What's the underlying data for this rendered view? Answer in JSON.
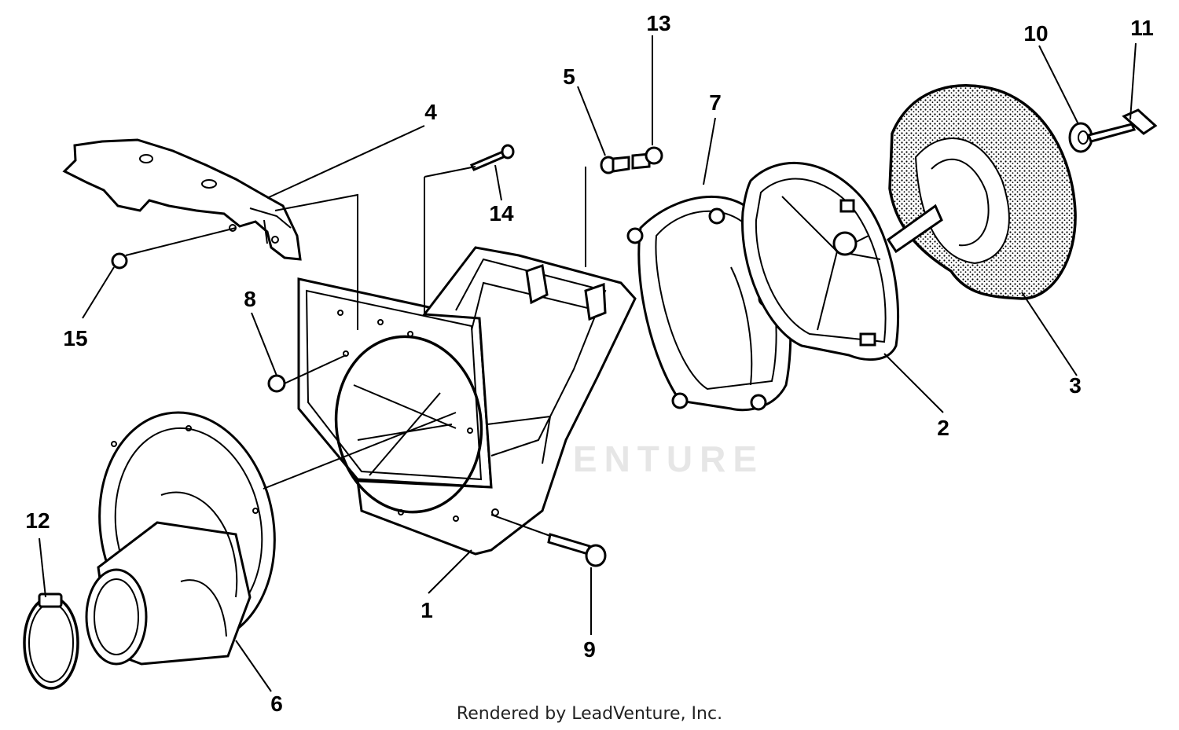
{
  "watermark": "LEADVENTURE",
  "credit": "Rendered by LeadVenture, Inc.",
  "callouts": {
    "n1": "1",
    "n2": "2",
    "n3": "3",
    "n4": "4",
    "n5": "5",
    "n6": "6",
    "n7": "7",
    "n8": "8",
    "n9": "9",
    "n10": "10",
    "n11": "11",
    "n12": "12",
    "n13": "13",
    "n14": "14",
    "n15": "15"
  }
}
